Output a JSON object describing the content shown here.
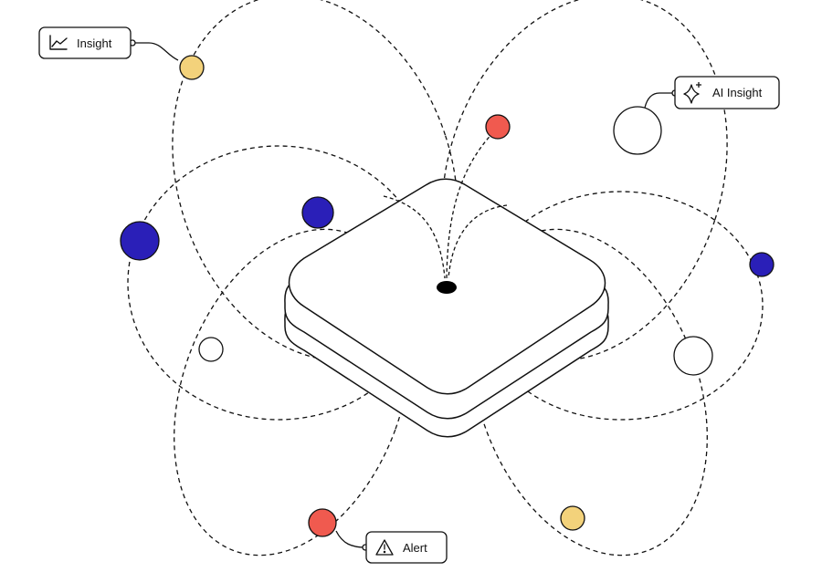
{
  "colors": {
    "stroke": "#111111",
    "background": "#ffffff",
    "blue": "#2a1fb8",
    "red": "#f05a4f",
    "yellow": "#f3d27b",
    "white": "#ffffff",
    "hub_dot": "#000000"
  },
  "labels": {
    "insight": {
      "text": "Insight",
      "icon": "line-chart-icon"
    },
    "ai_insight": {
      "text": "AI Insight",
      "icon": "sparkles-icon"
    },
    "alert": {
      "text": "Alert",
      "icon": "warning-triangle-icon"
    }
  },
  "nodes": [
    {
      "name": "yellow-node-top-left",
      "color": "yellow"
    },
    {
      "name": "red-node-top",
      "color": "red"
    },
    {
      "name": "white-node-top-right",
      "color": "white"
    },
    {
      "name": "blue-node-left",
      "color": "blue"
    },
    {
      "name": "blue-node-upper-center",
      "color": "blue"
    },
    {
      "name": "blue-node-right",
      "color": "blue"
    },
    {
      "name": "white-node-left",
      "color": "white"
    },
    {
      "name": "white-node-right",
      "color": "white"
    },
    {
      "name": "red-node-bottom-left",
      "color": "red"
    },
    {
      "name": "yellow-node-bottom-right",
      "color": "yellow"
    }
  ]
}
